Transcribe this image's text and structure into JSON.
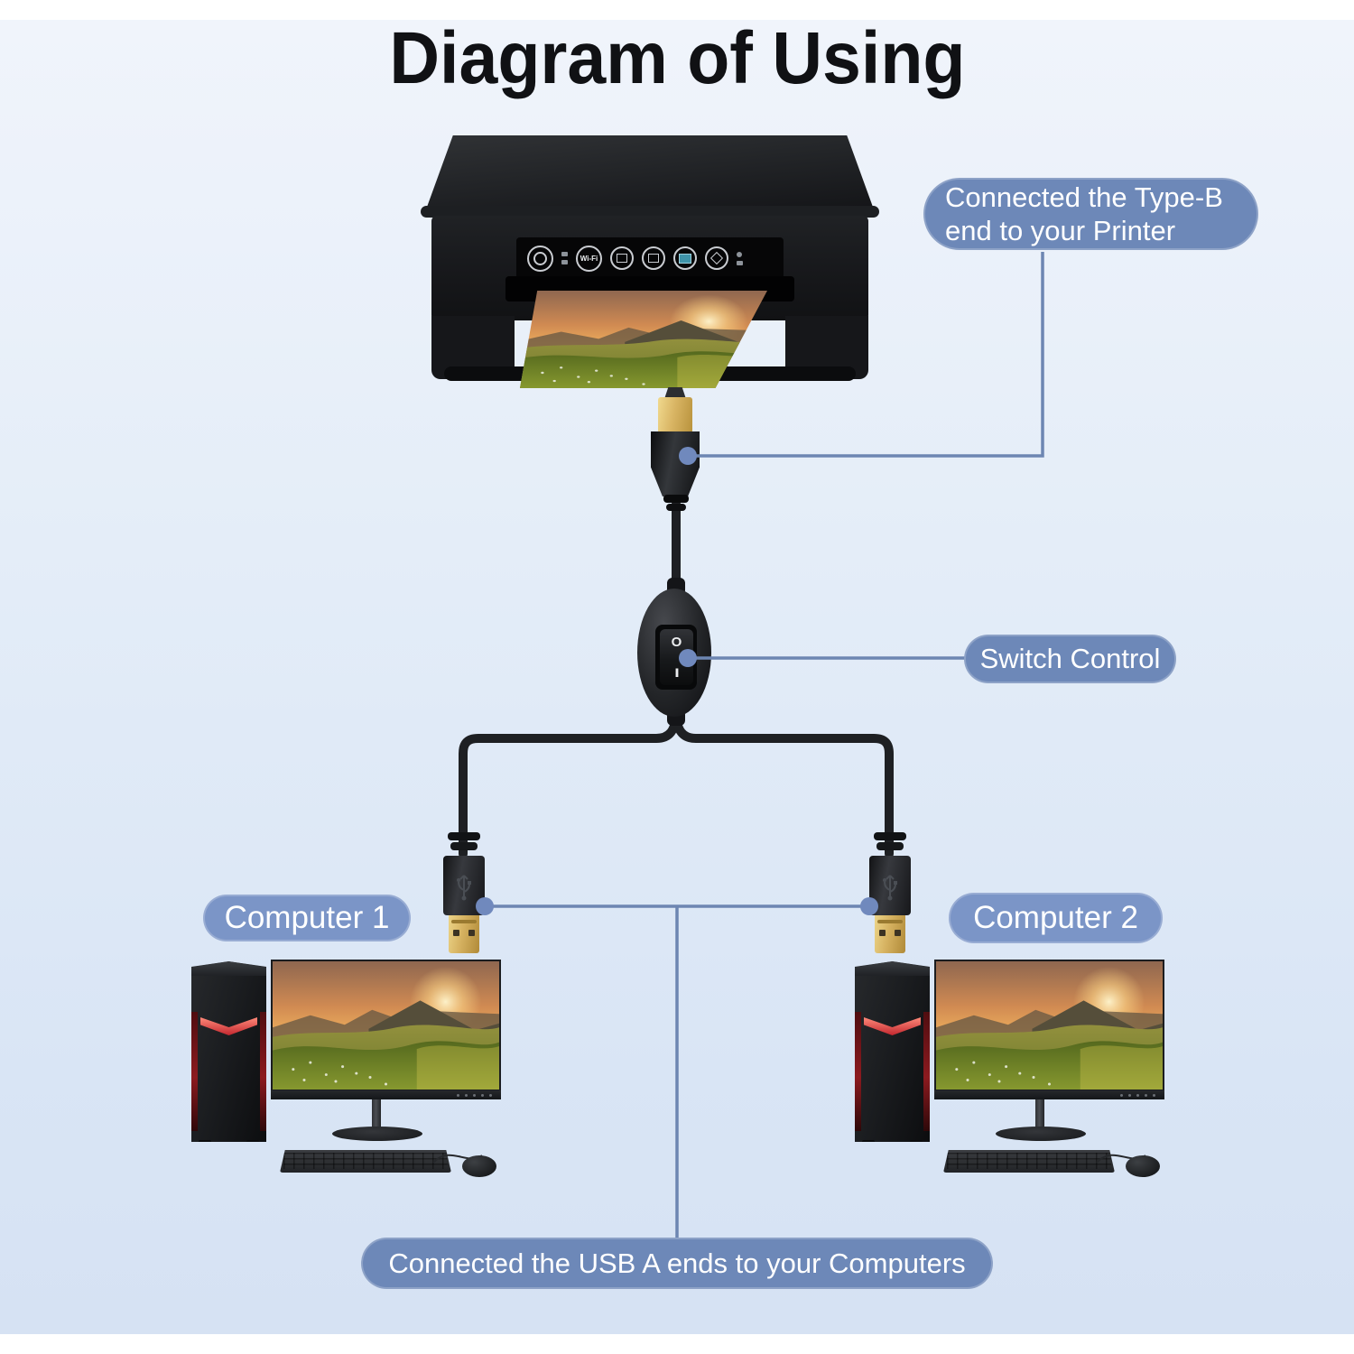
{
  "title": "Diagram of Using",
  "callouts": {
    "type_b_line1": "Connected the Type-B",
    "type_b_line2": "end to your Printer",
    "switch": "Switch Control",
    "computer1": "Computer 1",
    "computer2": "Computer 2",
    "usb_a": "Connected the USB A ends to your Computers"
  },
  "printer": {
    "wifi_label": "Wi-Fi"
  },
  "switch_device": {
    "off_label": "O",
    "on_label": "I"
  },
  "colors": {
    "annotation_line": "#6d86b2",
    "annotation_dot": "#7089bd",
    "callout_bg": "#6d88b8",
    "computer_callout_bg": "#7b95c7",
    "background_top": "#f0f4fb",
    "background_bottom": "#d6e2f3",
    "cable_black": "#1e2023",
    "usb_gold": "#d9ba6b",
    "tower_accent_red": "#c2272e",
    "title_color": "#101114"
  }
}
